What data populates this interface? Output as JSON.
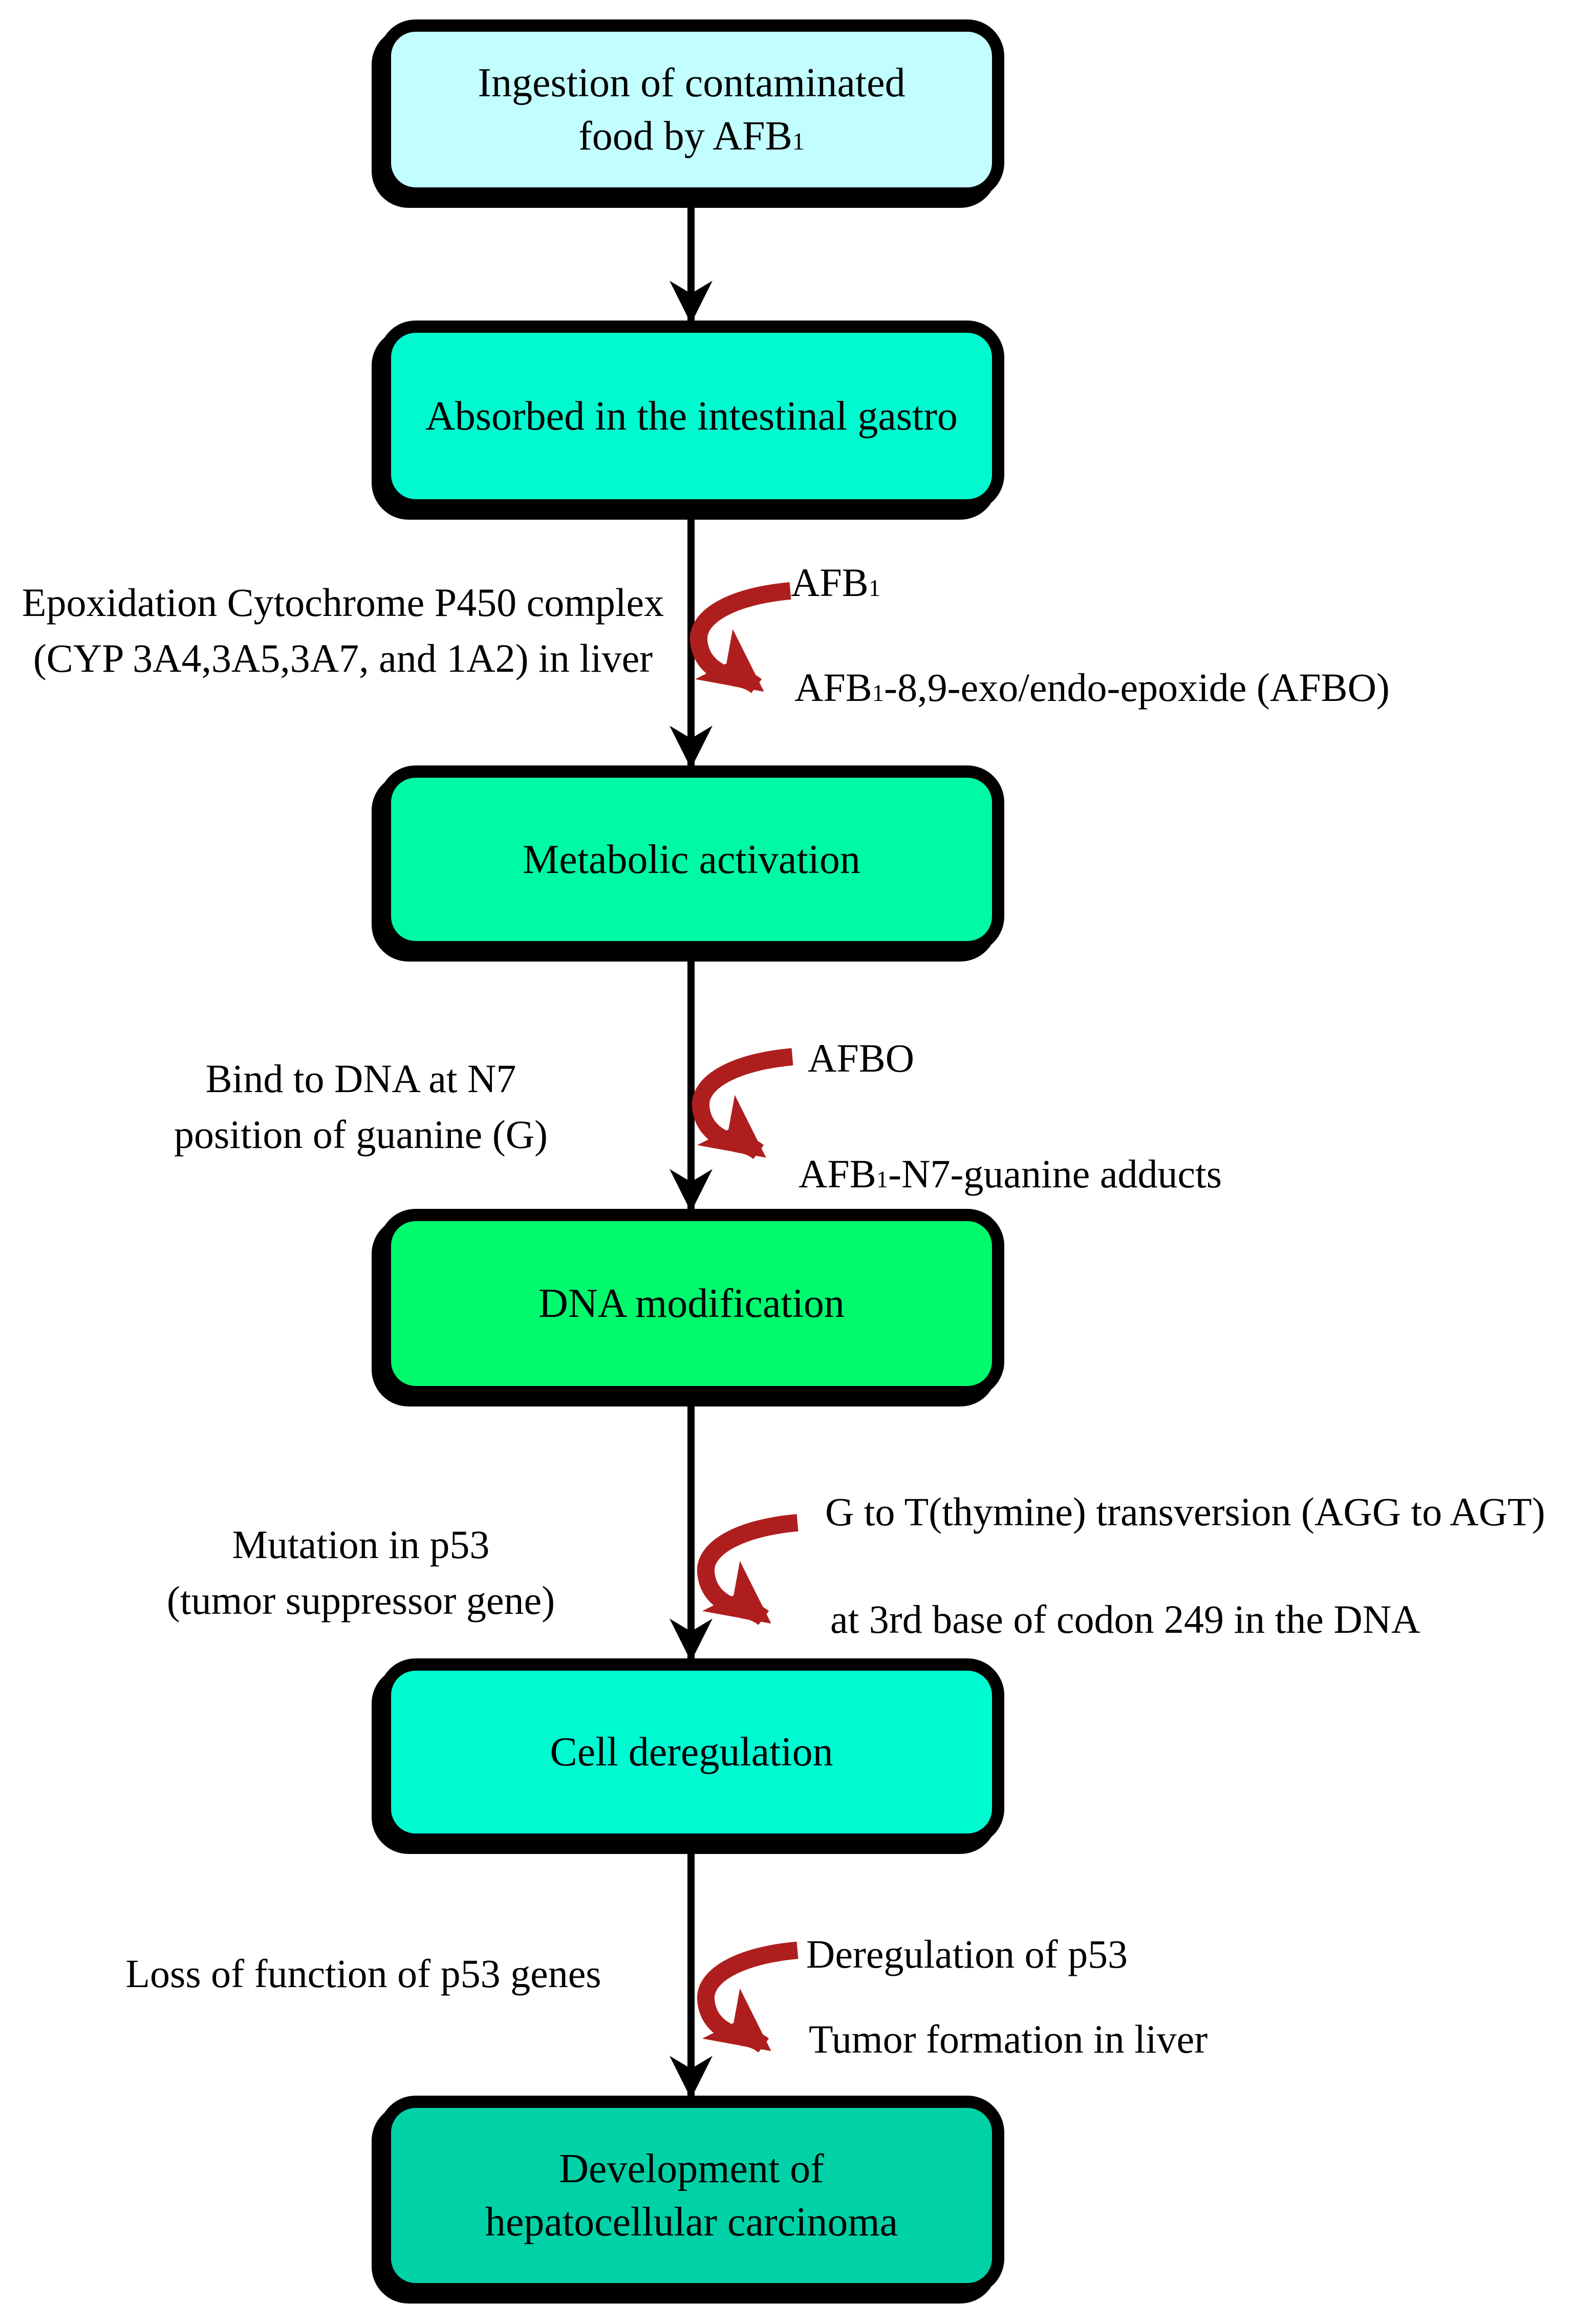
{
  "flow": {
    "box1": {
      "line1": "Ingestion of contaminated",
      "line2_pre": "food by AFB",
      "line2_sub": "1"
    },
    "box2": {
      "label": "Absorbed in the intestinal gastro"
    },
    "box3": {
      "label": "Metabolic activation"
    },
    "box4": {
      "label": "DNA modification"
    },
    "box5": {
      "label": "Cell deregulation"
    },
    "box6": {
      "line1": "Development of",
      "line2": "hepatocellular carcinoma"
    }
  },
  "annotations": {
    "a1": {
      "left_line1": "Epoxidation Cytochrome P450 complex",
      "left_line2": "(CYP 3A4,3A5,3A7, and 1A2)  in liver",
      "right_top_pre": "AFB",
      "right_top_sub": "1",
      "right_bottom_pre": "AFB",
      "right_bottom_sub": "1",
      "right_bottom_post": "-8,9-exo/endo-epoxide (AFBO)"
    },
    "a2": {
      "left_line1": "Bind to DNA at N7",
      "left_line2": "position of guanine (G)",
      "right_top": "AFBO",
      "right_bottom_pre": "AFB",
      "right_bottom_sub": "1",
      "right_bottom_post": "-N7-guanine adducts"
    },
    "a3": {
      "left_line1": "Mutation in p53",
      "left_line2": "(tumor suppressor gene)",
      "right_top": "G to T(thymine) transversion (AGG to AGT)",
      "right_bottom": "at 3rd base of codon 249 in the DNA"
    },
    "a4": {
      "left_line1": "Loss of function of p53 genes",
      "right_top": "Deregulation of p53",
      "right_bottom": "Tumor formation in liver"
    }
  },
  "colors": {
    "box1_fill": "#c2feff",
    "box2_fill": "#00f9cf",
    "box3_fill": "#00f9a3",
    "box4_fill": "#00f96d",
    "box5_fill": "#00fbd3",
    "box6_fill": "#00d1a6",
    "connector": "#000000",
    "reaction_arrow": "#af1e1e"
  }
}
